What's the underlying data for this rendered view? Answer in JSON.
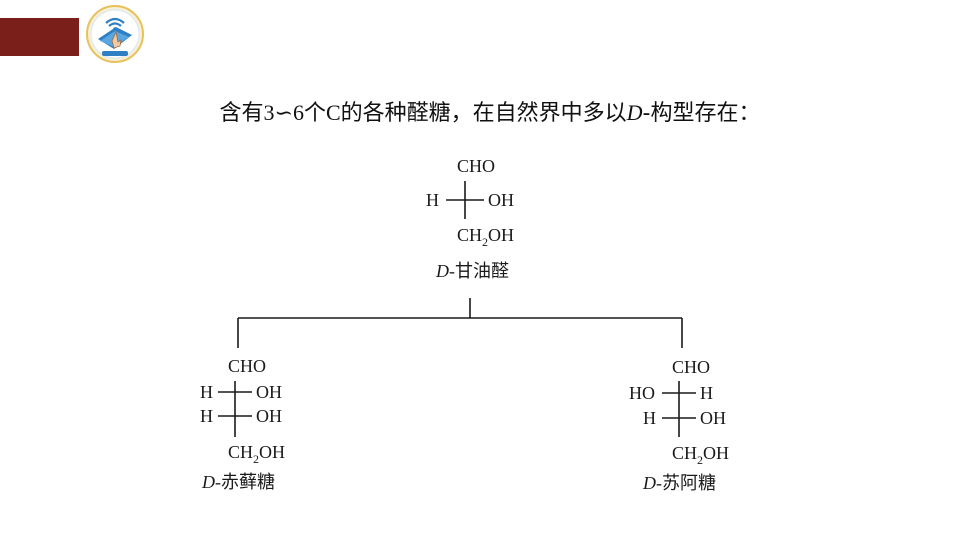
{
  "heading": {
    "part1": "含有",
    "range_start": "3",
    "range_sep": "∽",
    "range_end": "6",
    "part2": "个",
    "carbon": "C",
    "part3": "的各种醛糖，在自然界中多以",
    "config": "D",
    "part4": "-构型存在："
  },
  "glyceraldehyde": {
    "top": "CHO",
    "left": "H",
    "right": "OH",
    "bottom_pre": "CH",
    "bottom_sub": "2",
    "bottom_post": "OH",
    "config": "D",
    "name": "-甘油醛"
  },
  "erythrose": {
    "top": "CHO",
    "row1_left": "H",
    "row1_right": "OH",
    "row2_left": "H",
    "row2_right": "OH",
    "bottom_pre": "CH",
    "bottom_sub": "2",
    "bottom_post": "OH",
    "config": "D",
    "name": "-赤藓糖"
  },
  "threose": {
    "top": "CHO",
    "row1_left": "HO",
    "row1_right": "H",
    "row2_left": "H",
    "row2_right": "OH",
    "bottom_pre": "CH",
    "bottom_sub": "2",
    "bottom_post": "OH",
    "config": "D",
    "name": "-苏阿糖"
  },
  "colors": {
    "accent": "#7a1f1a",
    "logo_blue": "#2f7fc4",
    "logo_ring": "#e8c15a"
  },
  "icons": {
    "logo": "hand-touch-wifi-book-logo"
  }
}
